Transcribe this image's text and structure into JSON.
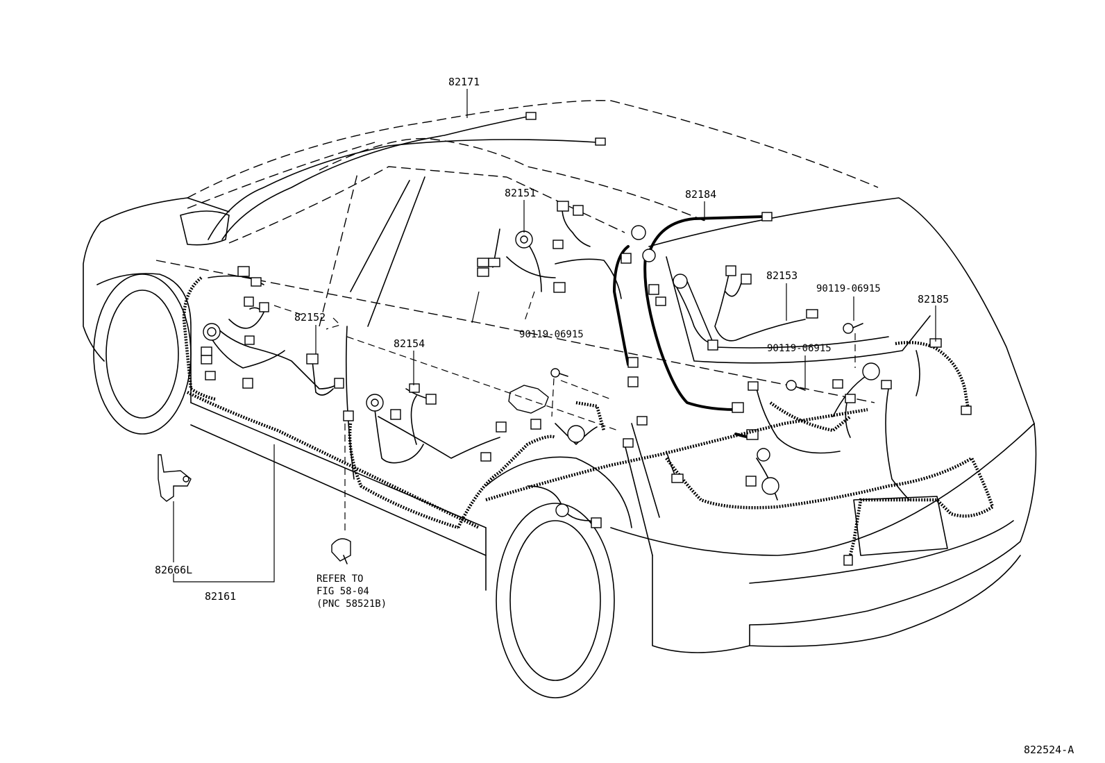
{
  "callouts": {
    "roof_wire": "82171",
    "floor_wire_lh_front": "82151",
    "floor_wire_lh_center": "82152",
    "floor_wire_rear": "82154",
    "back_door_wire": "82184",
    "back_door_wire_no2": "82153",
    "luggage_room_wire": "82185",
    "clamp_bolt_center": "90119-06915",
    "clamp_bolt_upper_right": "90119-06915",
    "clamp_bolt_lower_right": "90119-06915",
    "bracket": "82666L",
    "cowl_wire": "82161"
  },
  "reference_note": {
    "line1": "REFER TO",
    "line2": "FIG 58-04",
    "line3": "(PNC 58521B)"
  },
  "figure_id": "822524-A"
}
